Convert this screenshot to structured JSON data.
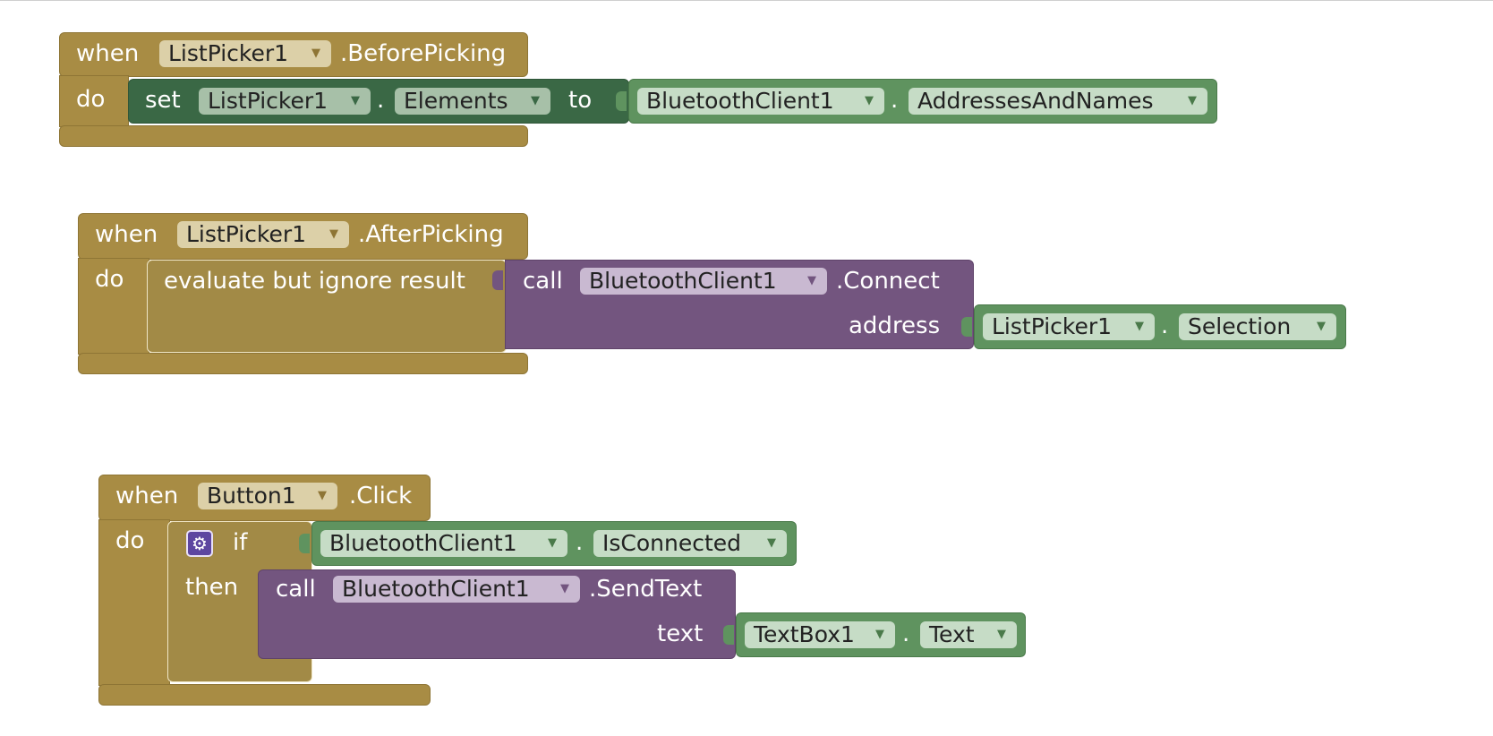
{
  "block1": {
    "when": "when",
    "component": "ListPicker1",
    "event": ".BeforePicking",
    "do": "do",
    "set": "set",
    "set_component": "ListPicker1",
    "dot": ".",
    "set_property": "Elements",
    "to": "to",
    "value_component": "BluetoothClient1",
    "value_dot": ".",
    "value_property": "AddressesAndNames"
  },
  "block2": {
    "when": "when",
    "component": "ListPicker1",
    "event": ".AfterPicking",
    "do": "do",
    "evaluate": "evaluate but ignore result",
    "call": "call",
    "call_component": "BluetoothClient1",
    "method": ".Connect",
    "arg_label": "address",
    "arg_component": "ListPicker1",
    "arg_dot": ".",
    "arg_property": "Selection"
  },
  "block3": {
    "when": "when",
    "component": "Button1",
    "event": ".Click",
    "do": "do",
    "if": "if",
    "then": "then",
    "cond_component": "BluetoothClient1",
    "cond_dot": ".",
    "cond_property": "IsConnected",
    "call": "call",
    "call_component": "BluetoothClient1",
    "method": ".SendText",
    "arg_label": "text",
    "arg_component": "TextBox1",
    "arg_dot": ".",
    "arg_property": "Text"
  },
  "icons": {
    "dropdown": "▼",
    "mutator": "⚙"
  },
  "colors": {
    "event_block": "#a88c44",
    "setter_block": "#3a6845",
    "getter_block": "#5f935f",
    "method_block": "#73557f",
    "mutator_icon": "#5d46a0"
  }
}
